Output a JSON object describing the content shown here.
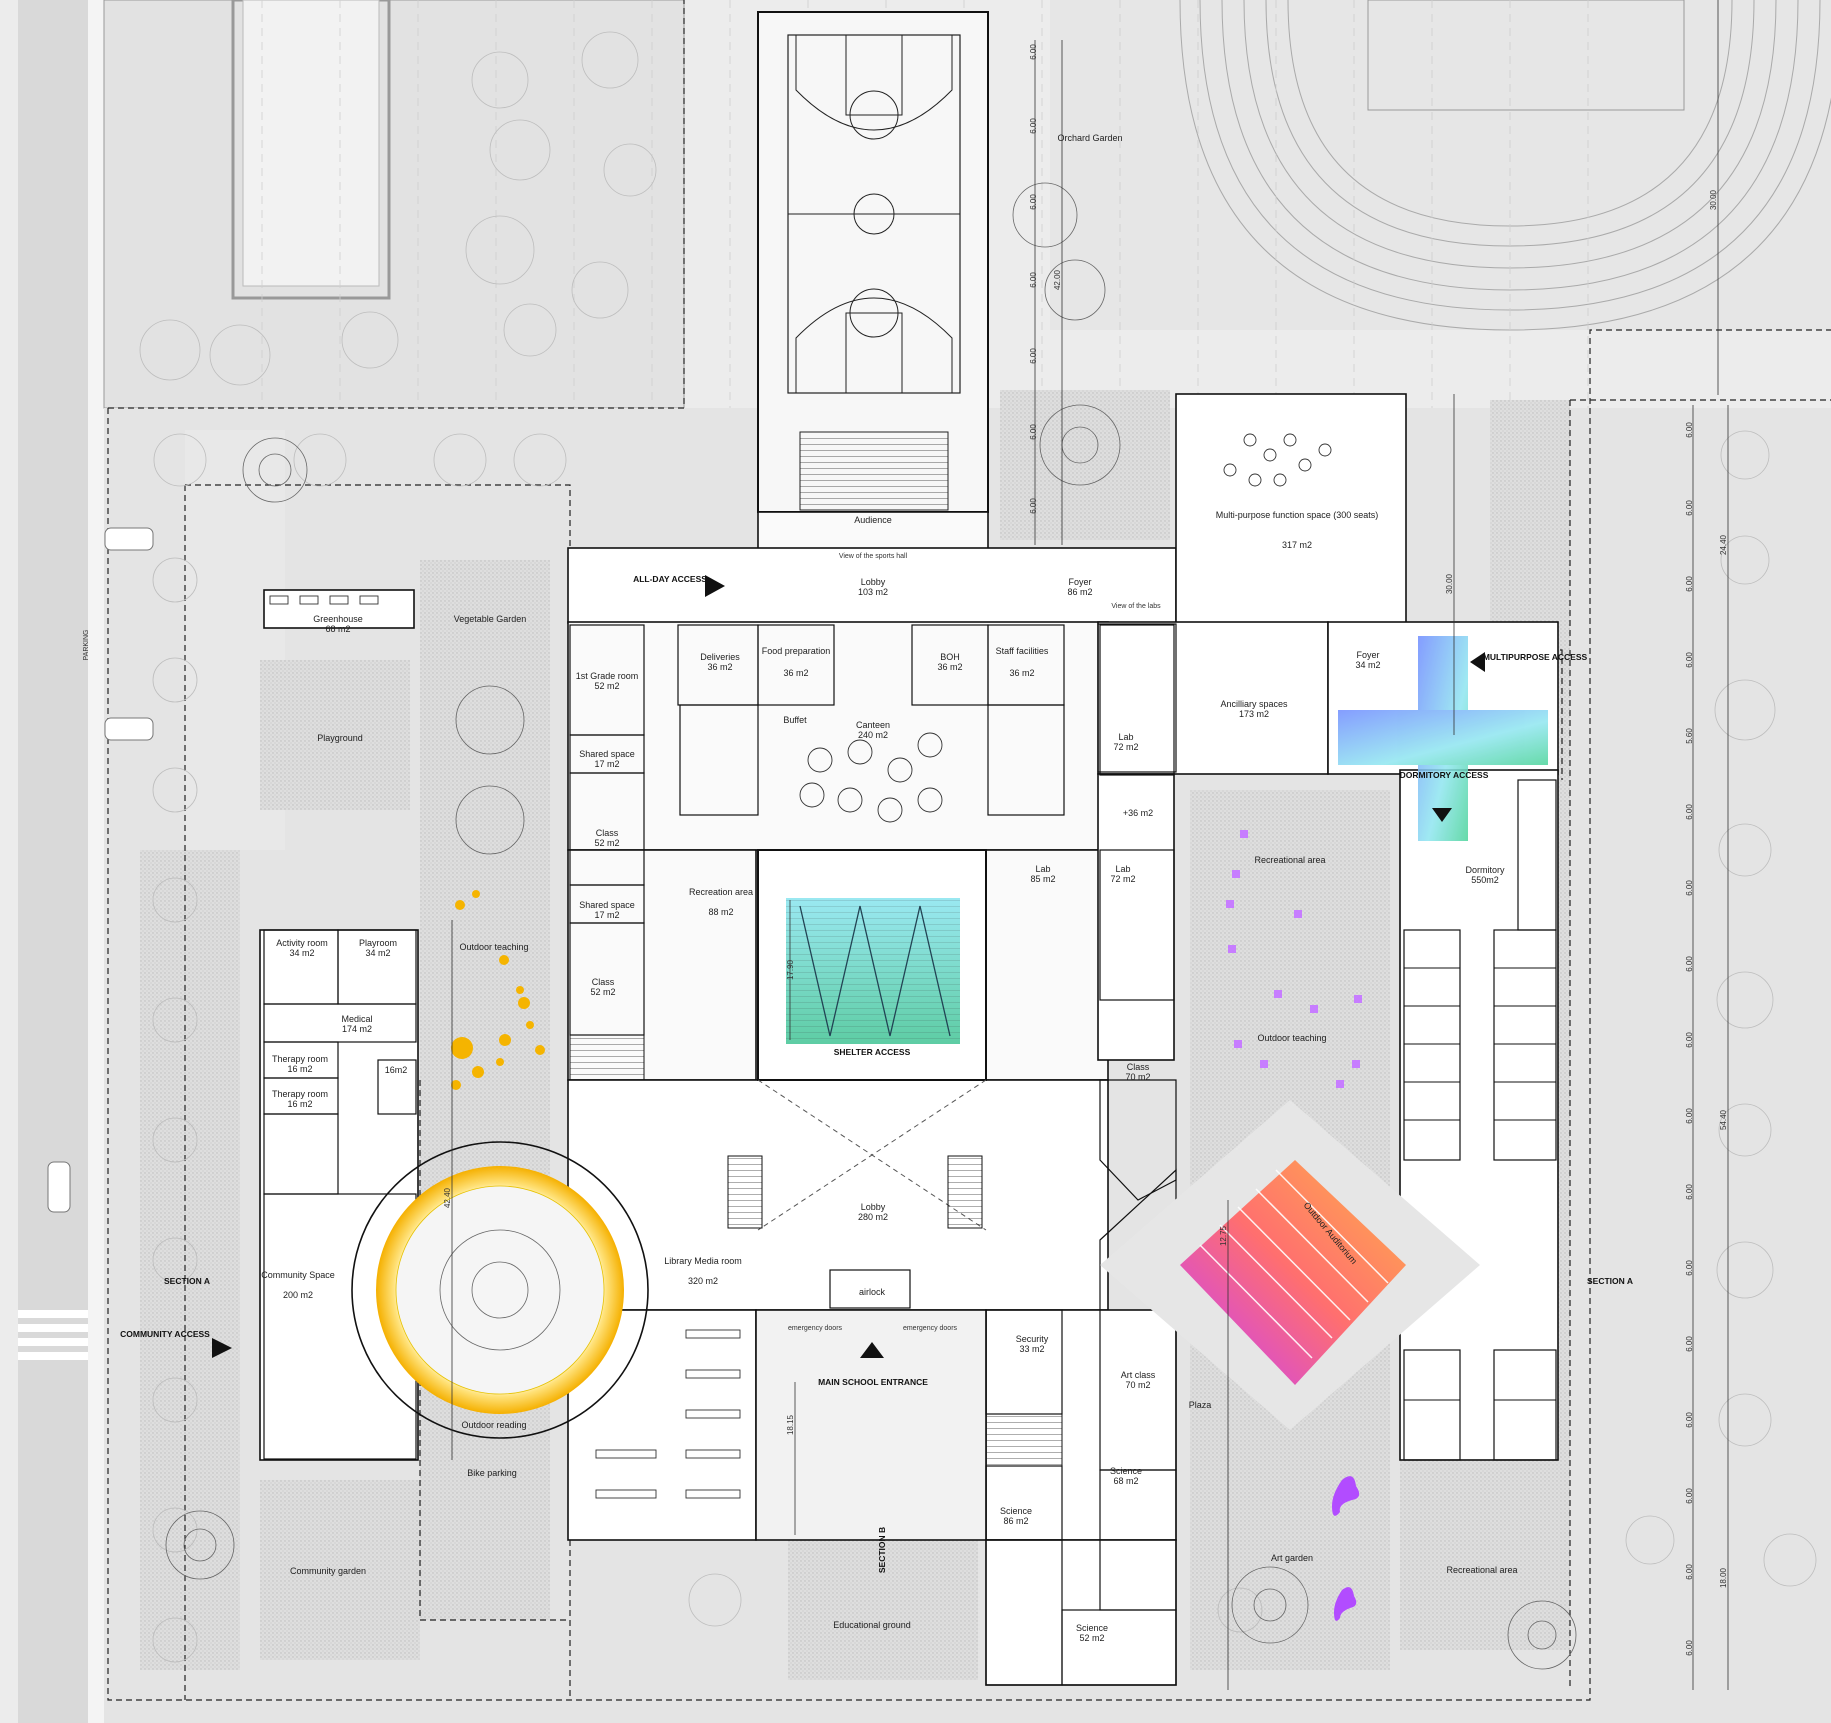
{
  "labels": {
    "parking": "PARKING",
    "greenhouse": "Greenhouse",
    "greenhouse_area": "68 m2",
    "vegetable_garden": "Vegetable Garden",
    "playground": "Playground",
    "orchard_garden": "Orchard Garden",
    "audience": "Audience",
    "view_sports_hall": "View of the sports hall",
    "lobby_top": "Lobby",
    "lobby_top_area": "103 m2",
    "foyer_top": "Foyer",
    "foyer_top_area": "86 m2",
    "view_labs": "View of the labs",
    "multipurpose": "Multi-purpose function space (300 seats)",
    "multipurpose_area": "317 m2",
    "all_day_access": "ALL-DAY ACCESS",
    "multipurpose_access": "MULTIPURPOSE ACCESS",
    "deliveries": "Deliveries",
    "deliveries_area": "36 m2",
    "food_prep": "Food preparation",
    "food_prep_area": "36 m2",
    "boh": "BOH",
    "boh_area": "36 m2",
    "staff": "Staff facilities",
    "staff_area": "36 m2",
    "first_grade": "1st Grade room",
    "first_grade_area": "52 m2",
    "buffet": "Buffet",
    "canteen": "Canteen",
    "canteen_area": "240 m2",
    "foyer_right": "Foyer",
    "foyer_right_area": "34 m2",
    "ancillary": "Ancilliary spaces",
    "ancillary_area": "173 m2",
    "lab1": "Lab",
    "lab1_area": "72 m2",
    "dormitory_access": "DORMITORY ACCESS",
    "shared1": "Shared space",
    "shared1_area": "17 m2",
    "class1": "Class",
    "class1_area": "52 m2",
    "wc36": "+36 m2",
    "recreation": "Recreation area",
    "recreation_area": "88 m2",
    "lab2": "Lab",
    "lab2_area": "85 m2",
    "lab3": "Lab",
    "lab3_area": "72 m2",
    "recreational_top": "Recreational area",
    "dormitory": "Dormitory",
    "dormitory_area": "550m2",
    "shared2": "Shared space",
    "shared2_area": "17 m2",
    "class2": "Class",
    "class2_area": "52 m2",
    "activity": "Activity room",
    "activity_area": "34 m2",
    "playroom": "Playroom",
    "playroom_area": "34 m2",
    "outdoor_teaching_left": "Outdoor teaching",
    "medical": "Medical",
    "medical_area": "174 m2",
    "therapy1": "Therapy room",
    "therapy1_area": "16 m2",
    "therapy2": "Therapy room",
    "therapy2_area": "16 m2",
    "wc16": "16m2",
    "shelter_access": "SHELTER ACCESS",
    "class3": "Class",
    "class3_area": "70 m2",
    "outdoor_teaching_right": "Outdoor teaching",
    "lobby_main": "Lobby",
    "lobby_main_area": "280 m2",
    "outdoor_auditorium": "Outdoor Auditorium",
    "section_a_left": "SECTION A",
    "section_a_right": "SECTION A",
    "community_space": "Community Space",
    "community_space_area": "200 m2",
    "community_access": "COMMUNITY ACCESS",
    "library": "Library Media room",
    "library_area": "320 m2",
    "airlock": "airlock",
    "emergency1": "emergency doors",
    "emergency2": "emergency doors",
    "security": "Security",
    "security_area": "33 m2",
    "main_entrance": "MAIN SCHOOL ENTRANCE",
    "art_class": "Art class",
    "art_class_area": "70 m2",
    "plaza": "Plaza",
    "outdoor_reading": "Outdoor reading",
    "bike_parking": "Bike parking",
    "science1": "Science",
    "science1_area": "68 m2",
    "science2": "Science",
    "science2_area": "86 m2",
    "science3": "Science",
    "science3_area": "52 m2",
    "community_garden": "Community garden",
    "art_garden": "Art garden",
    "recreational_bottom": "Recreational area",
    "section_b": "SECTION B",
    "educational_ground": "Educational ground"
  },
  "dimensions": {
    "top_vertical": [
      "6.00",
      "6.00",
      "6.00",
      "6.00",
      "6.00",
      "6.00",
      "6.00"
    ],
    "top_total": "42.00",
    "right_top_total": "30.00",
    "multipurpose_height": "30.00",
    "right_column": [
      "6.00",
      "6.00",
      "6.00",
      "6.00",
      "5.60",
      "6.00",
      "6.00",
      "6.00",
      "6.00",
      "6.00",
      "6.00",
      "6.00",
      "6.00",
      "6.00",
      "6.00",
      "6.00",
      "6.00"
    ],
    "right_total_a": "24.40",
    "right_total_b": "54.40",
    "right_total_c": "18.00",
    "courtyard": "17.90",
    "circle": "42.40",
    "auditorium": "12.75",
    "entrance": "18.15"
  },
  "colors": {
    "accent_yellow": "#f5b400",
    "accent_teal": "#2fc1a3",
    "accent_cyan": "#8fe6f0",
    "accent_blue": "#6f8cff",
    "accent_orange": "#ff8a3d",
    "accent_magenta": "#d43bff",
    "accent_purple": "#b24cff"
  }
}
